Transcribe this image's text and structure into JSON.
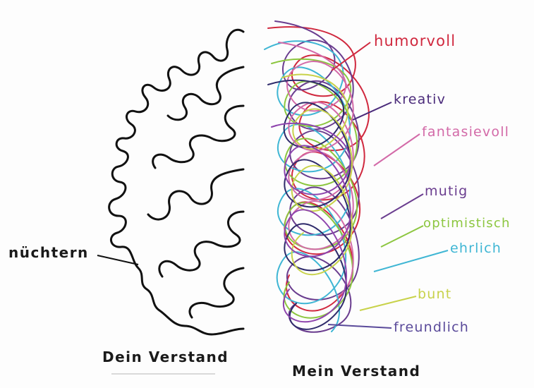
{
  "left_brain": {
    "caption": "Dein Verstand",
    "label": "nüchtern",
    "color": "#111111"
  },
  "right_brain": {
    "caption": "Mein Verstand"
  },
  "traits": [
    {
      "text": "humorvoll",
      "color": "#d0283e"
    },
    {
      "text": "kreativ",
      "color": "#4a2a7a"
    },
    {
      "text": "fantasievoll",
      "color": "#d36aa8"
    },
    {
      "text": "mutig",
      "color": "#6a3d8f"
    },
    {
      "text": "optimistisch",
      "color": "#8cc63f"
    },
    {
      "text": "ehrlich",
      "color": "#3fb6d4"
    },
    {
      "text": "bunt",
      "color": "#c8d24a"
    },
    {
      "text": "freundlich",
      "color": "#5a4a9a"
    }
  ]
}
